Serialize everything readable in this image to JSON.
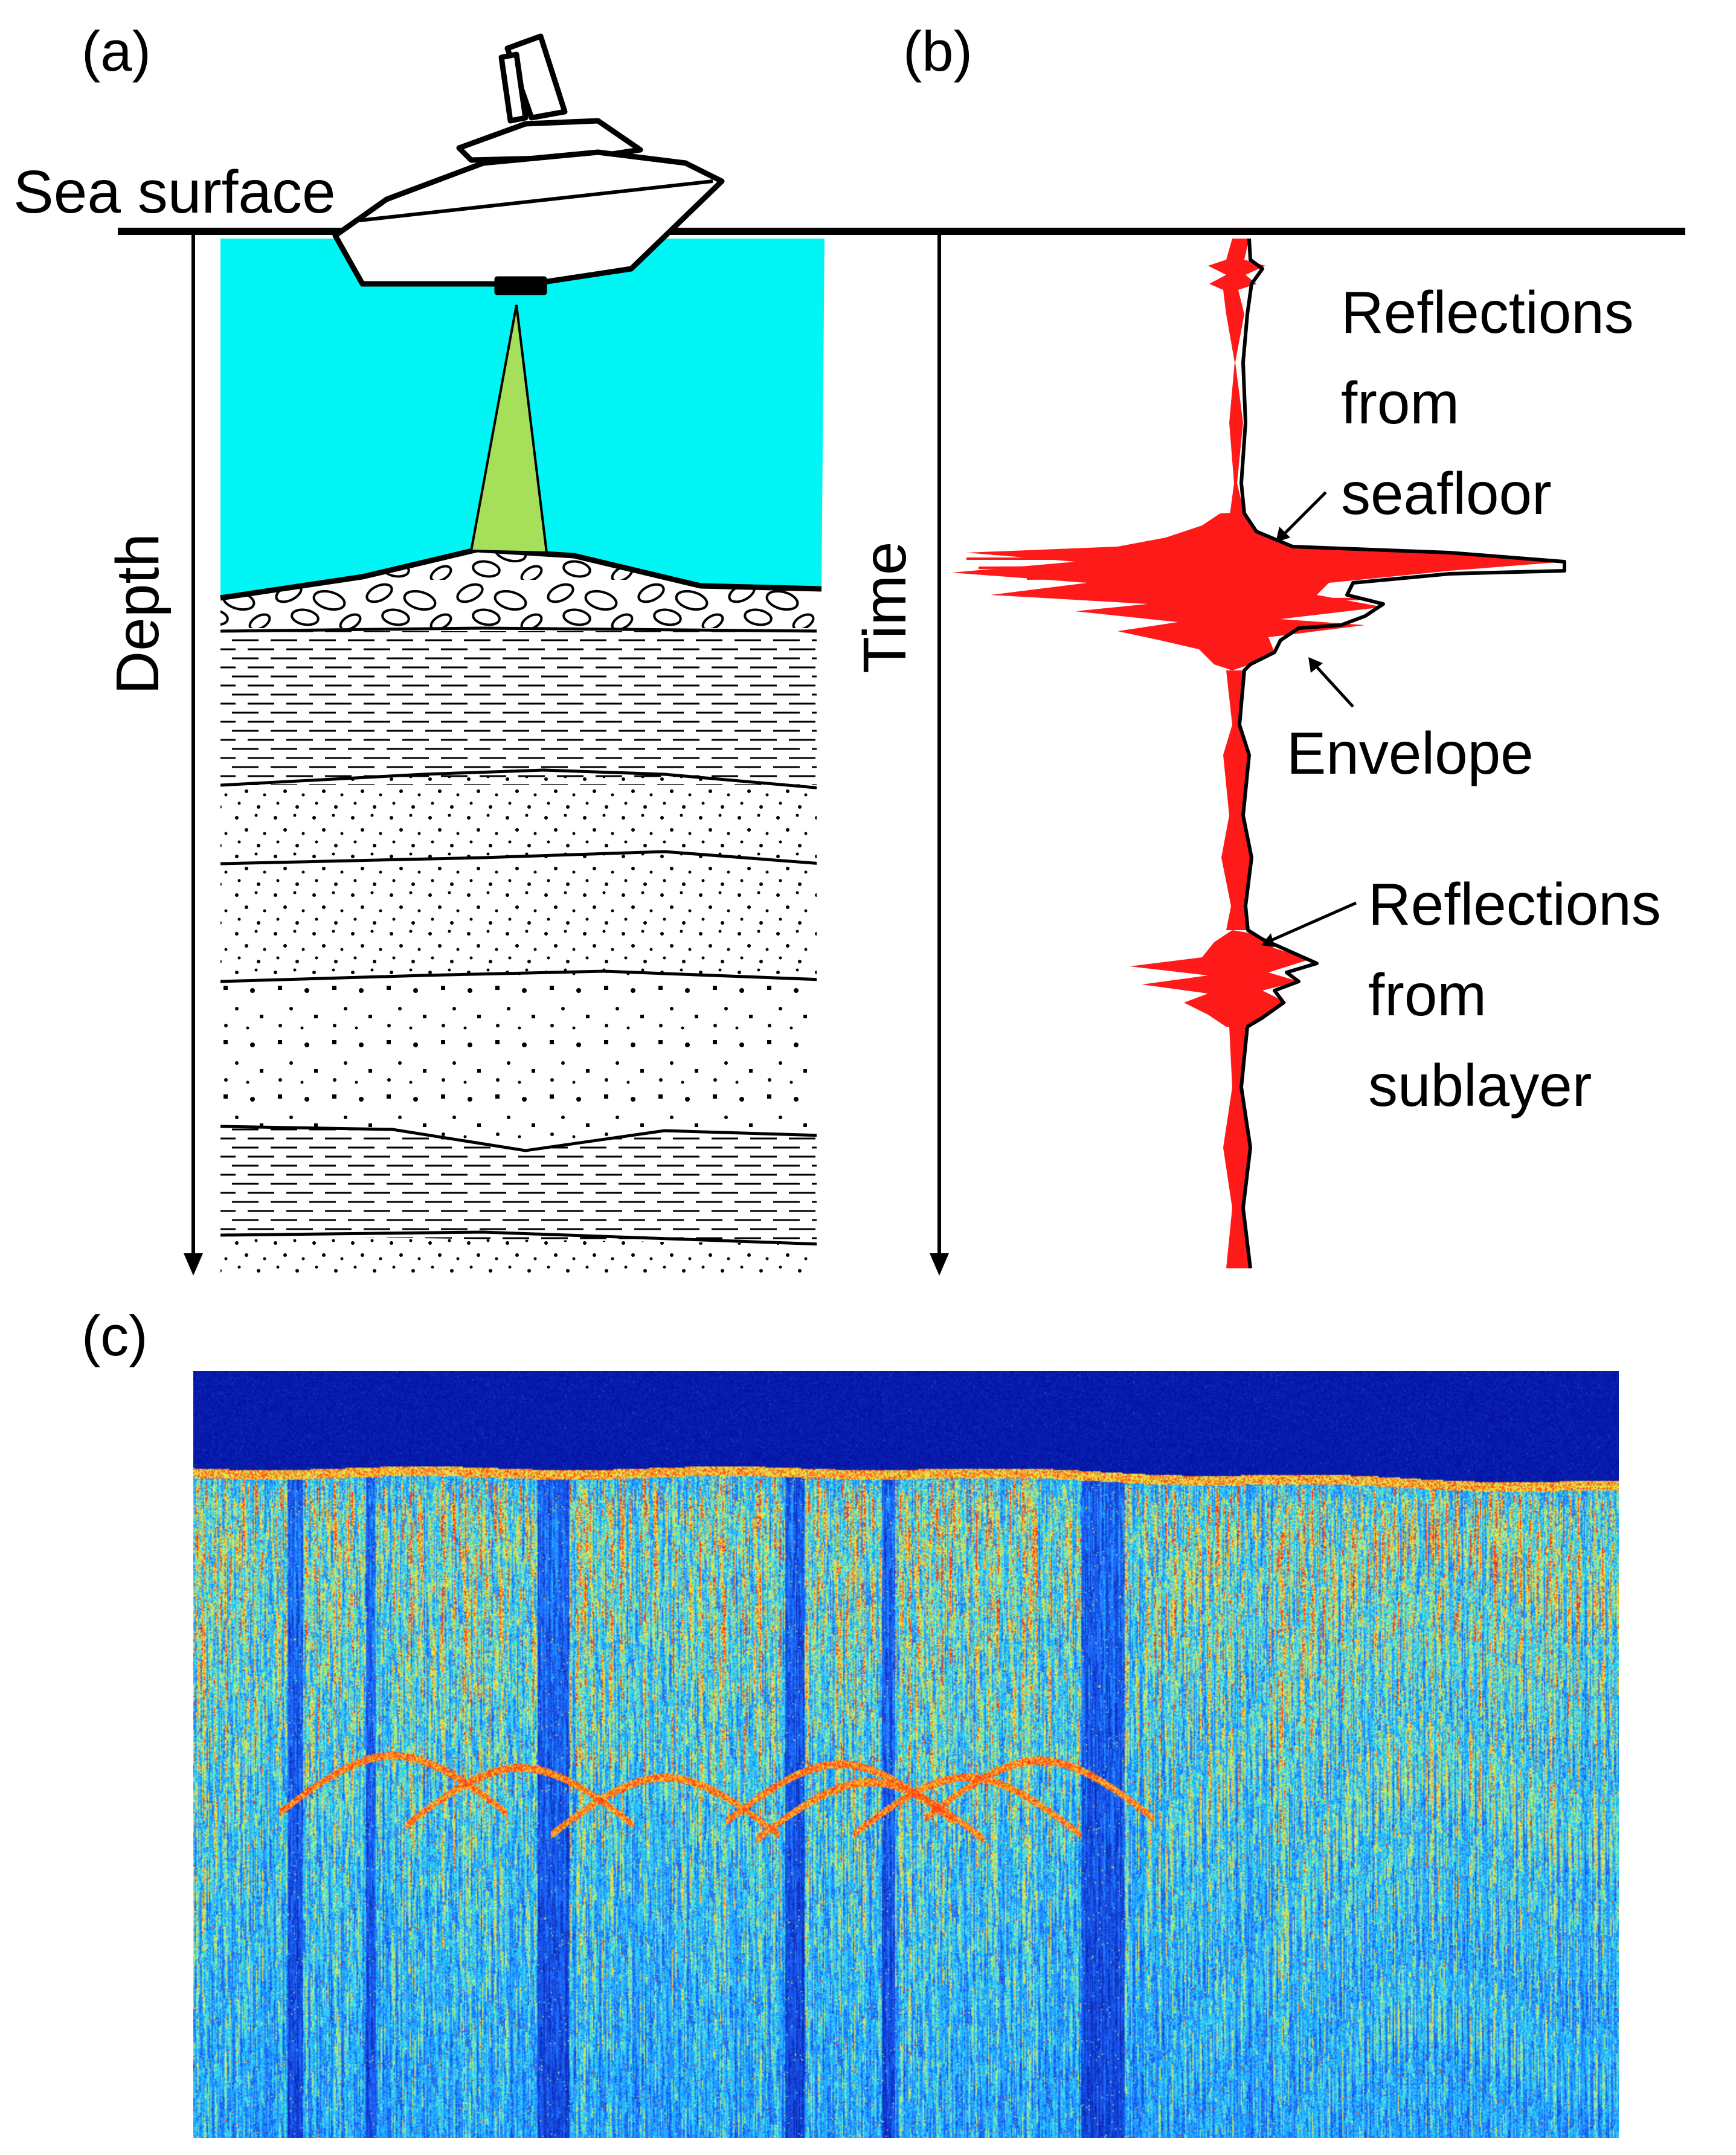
{
  "panels": {
    "a": {
      "label": "(a)",
      "sea_surface": "Sea surface",
      "depth_axis": "Depth",
      "colors": {
        "water": "#00f5f5",
        "beam": "#a6e05a",
        "hull": "#ffffff",
        "outline": "#000000"
      }
    },
    "b": {
      "label": "(b)",
      "time_axis": "Time",
      "annotations": {
        "seafloor": [
          "Reflections",
          "from",
          "seafloor"
        ],
        "envelope": "Envelope",
        "sublayer": [
          "Reflections",
          "from",
          "sublayer"
        ]
      },
      "colors": {
        "signal": "#ff1a1a",
        "envelope": "#000000"
      }
    },
    "c": {
      "label": "(c)",
      "colors": {
        "background": "#00008f",
        "mid": "#1e6cff",
        "cyan": "#27d8ff",
        "yellow": "#f7f23a",
        "red": "#ff2a10"
      }
    }
  }
}
